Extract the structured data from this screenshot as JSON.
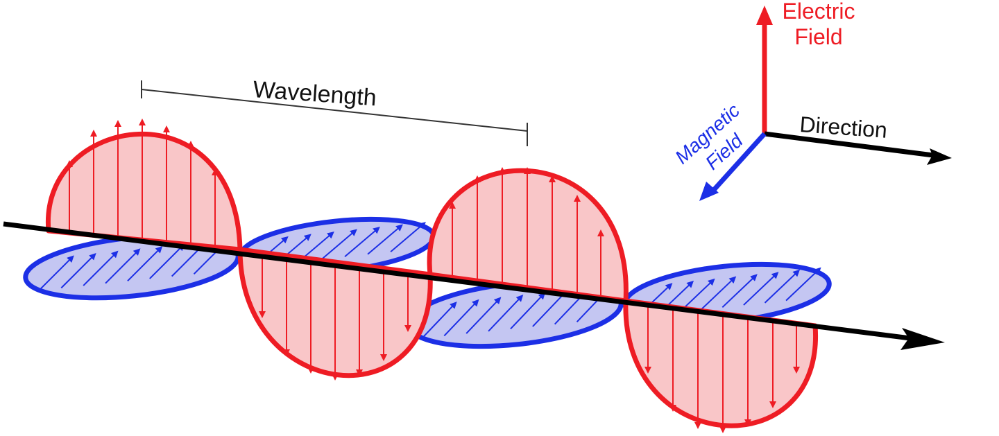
{
  "labels": {
    "wavelength": "Wavelength",
    "electric_line1": "Electric",
    "electric_line2": "Field",
    "magnetic_line1": "Magnetic",
    "magnetic_line2": "Field",
    "direction": "Direction"
  },
  "colors": {
    "electric": "#ee1c24",
    "electric_fill": "#f9c6c8",
    "magnetic": "#1c2fe6",
    "magnetic_fill": "#c4c6f2",
    "axis": "#000000",
    "dimension_line": "#333333"
  }
}
